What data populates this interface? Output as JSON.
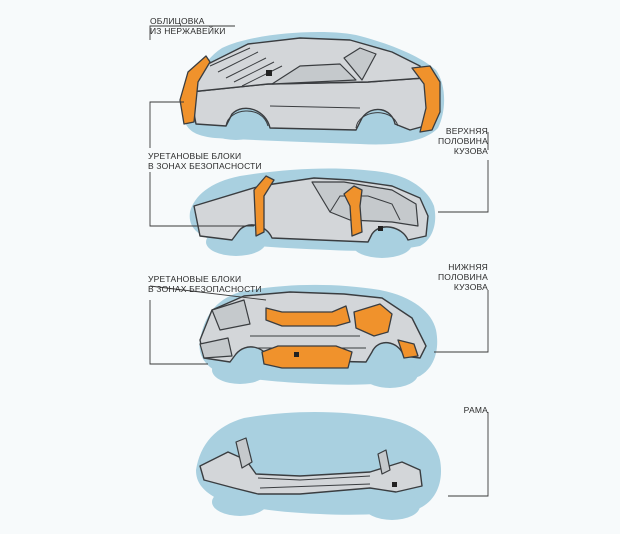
{
  "labels": {
    "cladding": [
      "ОБЛИЦОВКА",
      "ИЗ НЕРЖАВЕЙКИ"
    ],
    "upper_body": [
      "ВЕРХНЯЯ",
      "ПОЛОВИНА",
      "КУЗОВА"
    ],
    "urethane_1": [
      "УРЕТАНОВЫЕ БЛОКИ",
      "В ЗОНАХ БЕЗОПАСНОСТИ"
    ],
    "lower_body": [
      "НИЖНЯЯ",
      "ПОЛОВИНА",
      "КУЗОВА"
    ],
    "urethane_2": [
      "УРЕТАНОВЫЕ БЛОКИ",
      "В ЗОНАХ БЕЗОПАСНОСТИ"
    ],
    "frame": "РАМА"
  },
  "colors": {
    "background": "#f7fafb",
    "silhouette": "#a9d0e0",
    "body_panel": "#d3d6d9",
    "panel_stroke": "#3a3d40",
    "urethane": "#f0922c",
    "leader_line": "#3a3a3a"
  }
}
